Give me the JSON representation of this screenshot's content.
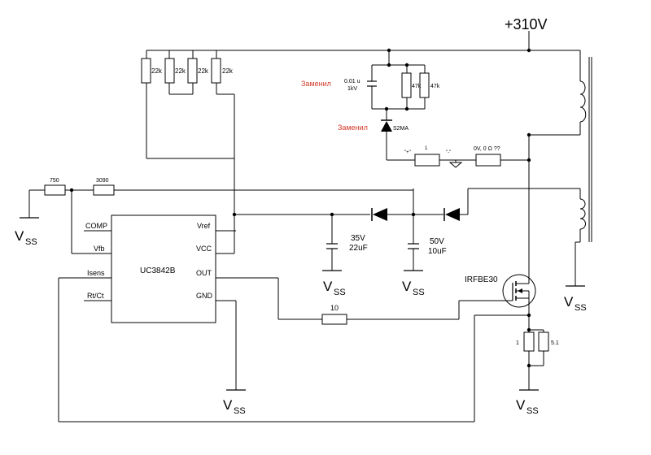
{
  "supply": {
    "rail": "+310V"
  },
  "ic": {
    "name": "UC3842B",
    "pins_left": [
      "COMP",
      "Vfb",
      "Isens",
      "Rt/Ct"
    ],
    "pins_right": [
      "Vref",
      "VCC",
      "OUT",
      "GND"
    ]
  },
  "resistors": {
    "r22k": [
      "22k",
      "22k",
      "22k",
      "22k"
    ],
    "r750": "750",
    "r3090": "3090",
    "r47k_a": "47k",
    "r47k_b": "47k",
    "r_gate": "10",
    "r_series": "1",
    "r_unknown": "0V, 0 Ω ??",
    "r_sense_a": "1",
    "r_sense_b": "5.1"
  },
  "capacitors": {
    "snubber": {
      "line1": "0.01 u",
      "line2": "1kV"
    },
    "c35": {
      "line1": "35V",
      "line2": "22uF"
    },
    "c50": {
      "line1": "50V",
      "line2": "10uF"
    }
  },
  "semis": {
    "tvs": "S2MA",
    "mosfet": "IRFBE30"
  },
  "notes": {
    "replaced_1": "Заменил",
    "replaced_2": "Заменил"
  },
  "probe": {
    "plus": "\"+\"",
    "minus": "\"-\""
  },
  "ground_label": {
    "main": "V",
    "sub": "SS"
  },
  "colors": {
    "wire": "#000000",
    "note": "#d23a2a",
    "background": "#ffffff"
  }
}
